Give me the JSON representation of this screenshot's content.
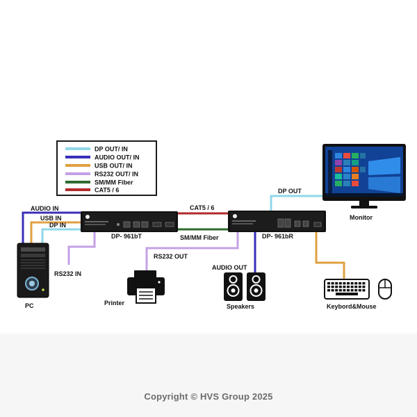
{
  "legend": {
    "items": [
      {
        "label": "DP OUT/ IN",
        "color": "#8fd8e8"
      },
      {
        "label": "AUDIO OUT/ IN",
        "color": "#3a2fb8"
      },
      {
        "label": "USB OUT/ IN",
        "color": "#e0a040"
      },
      {
        "label": "RS232 OUT/ IN",
        "color": "#c4a0e6"
      },
      {
        "label": "SM/MM Fiber",
        "color": "#2e6b2e"
      },
      {
        "label": "CAT5 / 6",
        "color": "#b02a2a"
      }
    ]
  },
  "devices": {
    "pc": "PC",
    "transmitter": "DP- 961bT",
    "receiver": "DP- 961bR",
    "monitor": "Monitor",
    "printer": "Printer",
    "speakers": "Speakers",
    "keyboard_mouse": "Keybord&Mouse"
  },
  "links": {
    "audio_in": "AUDIO IN",
    "usb_in": "USB IN",
    "dp_in": "DP IN",
    "rs232_in": "RS232  IN",
    "cat": "CAT5 / 6",
    "fiber": "SM/MM Fiber",
    "dp_out": "DP OUT",
    "rs232_out": "RS232  OUT",
    "audio_out": "AUDIO  OUT"
  },
  "footer": {
    "copyright": "Copyright © HVS Group 2025"
  }
}
